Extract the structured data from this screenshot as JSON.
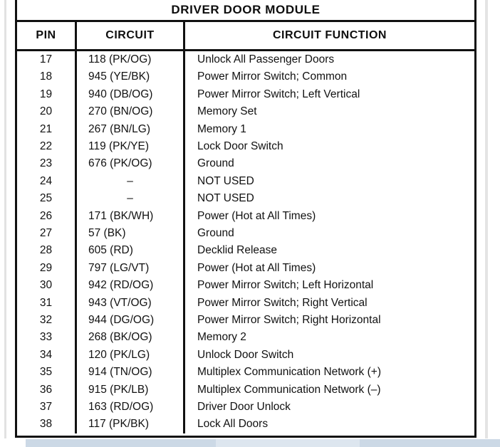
{
  "document": {
    "title": "DRIVER DOOR MODULE"
  },
  "table": {
    "columns": [
      {
        "key": "pin",
        "label": "PIN"
      },
      {
        "key": "circuit",
        "label": "CIRCUIT"
      },
      {
        "key": "function",
        "label": "CIRCUIT FUNCTION"
      }
    ],
    "rows": [
      {
        "pin": "17",
        "circuit": "118 (PK/OG)",
        "function": "Unlock All Passenger Doors"
      },
      {
        "pin": "18",
        "circuit": "945 (YE/BK)",
        "function": "Power Mirror Switch; Common"
      },
      {
        "pin": "19",
        "circuit": "940 (DB/OG)",
        "function": "Power Mirror Switch; Left Vertical"
      },
      {
        "pin": "20",
        "circuit": "270 (BN/OG)",
        "function": "Memory Set"
      },
      {
        "pin": "21",
        "circuit": "267 (BN/LG)",
        "function": "Memory 1"
      },
      {
        "pin": "22",
        "circuit": "119 (PK/YE)",
        "function": "Lock Door Switch"
      },
      {
        "pin": "23",
        "circuit": "676 (PK/OG)",
        "function": "Ground"
      },
      {
        "pin": "24",
        "circuit": "–",
        "function": "NOT USED"
      },
      {
        "pin": "25",
        "circuit": "–",
        "function": "NOT USED"
      },
      {
        "pin": "26",
        "circuit": "171 (BK/WH)",
        "function": "Power (Hot at All Times)"
      },
      {
        "pin": "27",
        "circuit": "57 (BK)",
        "function": "Ground"
      },
      {
        "pin": "28",
        "circuit": "605 (RD)",
        "function": "Decklid Release"
      },
      {
        "pin": "29",
        "circuit": "797 (LG/VT)",
        "function": "Power (Hot at All Times)"
      },
      {
        "pin": "30",
        "circuit": "942 (RD/OG)",
        "function": "Power Mirror Switch; Left Horizontal"
      },
      {
        "pin": "31",
        "circuit": "943 (VT/OG)",
        "function": "Power Mirror Switch; Right Vertical"
      },
      {
        "pin": "32",
        "circuit": "944 (DG/OG)",
        "function": "Power Mirror Switch; Right Horizontal"
      },
      {
        "pin": "33",
        "circuit": "268 (BK/OG)",
        "function": "Memory 2"
      },
      {
        "pin": "34",
        "circuit": "120 (PK/LG)",
        "function": "Unlock Door Switch"
      },
      {
        "pin": "35",
        "circuit": "914 (TN/OG)",
        "function": "Multiplex Communication Network (+)"
      },
      {
        "pin": "36",
        "circuit": "915 (PK/LB)",
        "function": "Multiplex Communication Network (–)"
      },
      {
        "pin": "37",
        "circuit": "163 (RD/OG)",
        "function": "Driver Door Unlock"
      },
      {
        "pin": "38",
        "circuit": "117 (PK/BK)",
        "function": "Lock All Doors"
      }
    ]
  },
  "style_colors": {
    "ink": "#111111",
    "paper": "#ffffff",
    "scan_edge": "#e2e2e2",
    "scan_band": "#ccd9e6",
    "scan_band_light": "#dde6ef"
  }
}
